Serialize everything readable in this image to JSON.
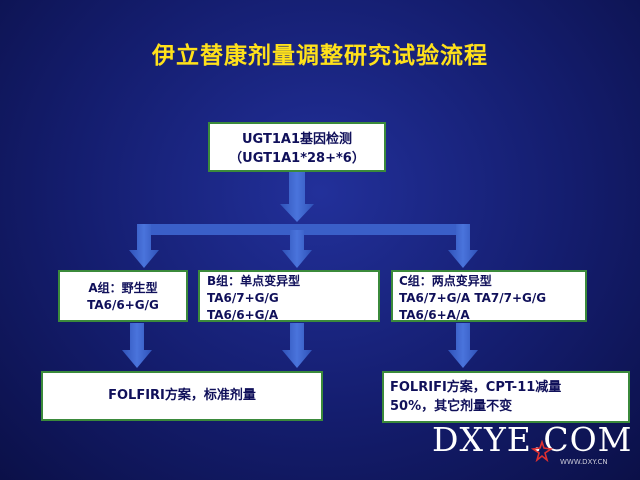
{
  "title": "伊立替康剂量调整研究试验流程",
  "top_box": {
    "line1": "UGT1A1基因检测",
    "line2": "（UGT1A1*28+*6）"
  },
  "group_a": {
    "line1": "A组：野生型",
    "line2": "TA6/6+G/G"
  },
  "group_b": {
    "line1": "B组：单点变异型",
    "line2": "TA6/7+G/G",
    "line3": "TA6/6+G/A"
  },
  "group_c": {
    "line1": "C组：两点变异型",
    "line2": "TA6/7+G/A TA7/7+G/G",
    "line3": "TA6/6+A/A"
  },
  "outcome_left": {
    "text": "FOLFIRI方案，标准剂量"
  },
  "outcome_right": {
    "line1": "FOLRIFI方案，CPT-11减量",
    "line2": "50%，其它剂量不变"
  },
  "watermark": {
    "text": "DXYE.COM",
    "url": "WWW.DXY.CN"
  },
  "colors": {
    "title": "#ffe11a",
    "arrow": "#3a5fc8",
    "box_border": "#3b8a3b",
    "box_text": "#10105a"
  }
}
